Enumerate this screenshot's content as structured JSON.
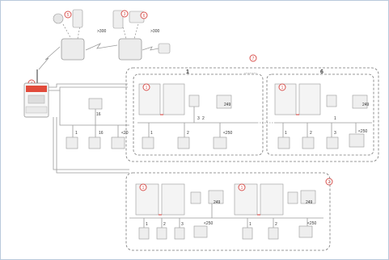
{
  "diagram": {
    "zone_labels": {
      "zone1": "1",
      "zone6": "6"
    },
    "dots": "………",
    "callouts": {
      "c1": "1",
      "c2": "2",
      "c3": "3",
      "c4": "4",
      "c5": "5",
      "c6": "6",
      "c7": "7"
    },
    "numbers": {
      "n_gt300_a": ">300",
      "n_gt300_b": ">300",
      "n16_a": "16",
      "n16_b": "16",
      "n_lt20": "<20",
      "n249_a": "249",
      "n249_b": "249",
      "n249_c": "249",
      "n249_d": "249",
      "n_lt250_a": "<250",
      "n_lt250_b": "<250",
      "n_lt250_c": "<250",
      "n_lt250_d": "<250",
      "n1_a": "1",
      "n2_a": "2",
      "n3_a": "3",
      "n1_b": "1",
      "n2_b": "2",
      "n3_b": "3",
      "n1_c": "1",
      "n2_c": "2",
      "n3_c": "3",
      "n1_d": "1",
      "n2_d": "2",
      "n1_e": "1",
      "n2_e": "2",
      "n1_f": "1"
    },
    "colors": {
      "frame": "#b9c9dc",
      "dash": "#777777",
      "line": "#8a8a8a",
      "red": "#d9534f",
      "device": "#f2f2f2"
    }
  }
}
